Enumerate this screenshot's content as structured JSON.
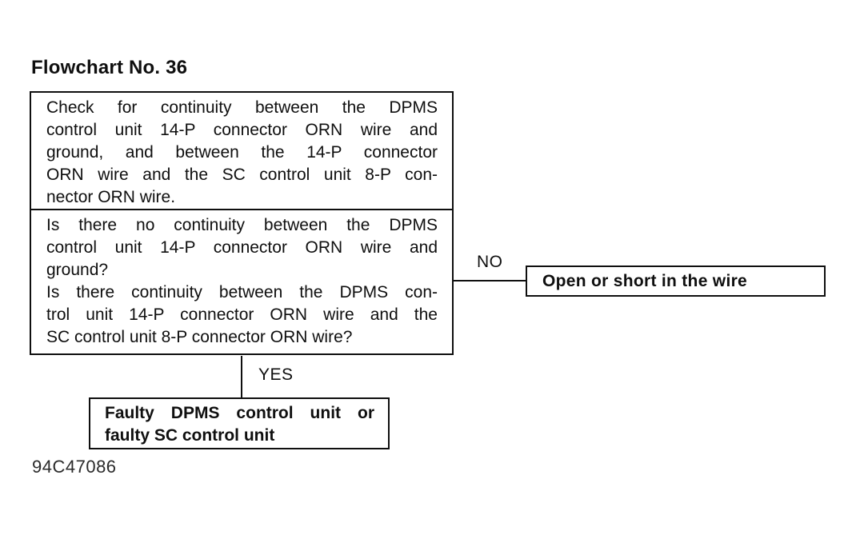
{
  "title": "Flowchart No. 36",
  "check_box": {
    "lines": [
      "Check for continuity between the DPMS",
      "control unit 14-P connector ORN wire and",
      "ground, and between the 14-P connector",
      "ORN wire and the SC control unit 8-P con-",
      "nector ORN wire."
    ]
  },
  "question_box": {
    "lines": [
      "Is there no continuity between the DPMS",
      "control unit 14-P connector ORN wire and",
      "ground?",
      "Is there continuity between the DPMS con-",
      "trol unit 14-P connector ORN wire and the",
      "SC control unit 8-P connector ORN wire?"
    ]
  },
  "branches": {
    "no_label": "NO",
    "no_result": "Open or short in the wire",
    "yes_label": "YES",
    "yes_result_lines": [
      "Faulty DPMS control unit or",
      "faulty SC control unit"
    ]
  },
  "footer_code": "94C47086",
  "colors": {
    "ink": "#0f0f0f",
    "background": "#ffffff"
  }
}
